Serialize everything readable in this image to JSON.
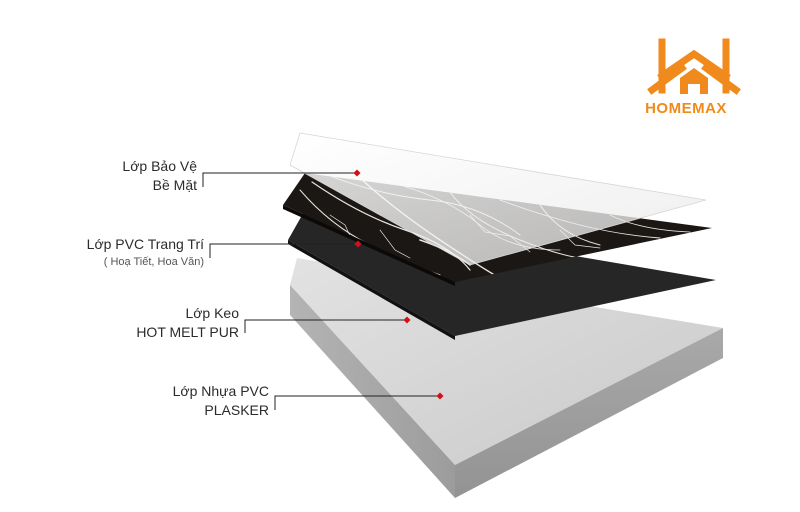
{
  "brand": {
    "name": "HOMEMAX",
    "color": "#f08a1c"
  },
  "layers": [
    {
      "line1": "Lớp Bảo Vệ",
      "line2": "Bề Mặt"
    },
    {
      "line1": "Lớp PVC Trang Trí",
      "line2": "( Hoạ Tiết, Hoa Văn)"
    },
    {
      "line1": "Lớp Keo",
      "line2": "HOT MELT PUR"
    },
    {
      "line1": "Lớp Nhựa PVC",
      "line2": "PLASKER"
    }
  ],
  "colors": {
    "marker": "#d3101a",
    "leader": "#222222",
    "protective": "#f3f3f3",
    "marble": "#1b1714",
    "glue": "#262626",
    "core": "#d4d4d4"
  }
}
